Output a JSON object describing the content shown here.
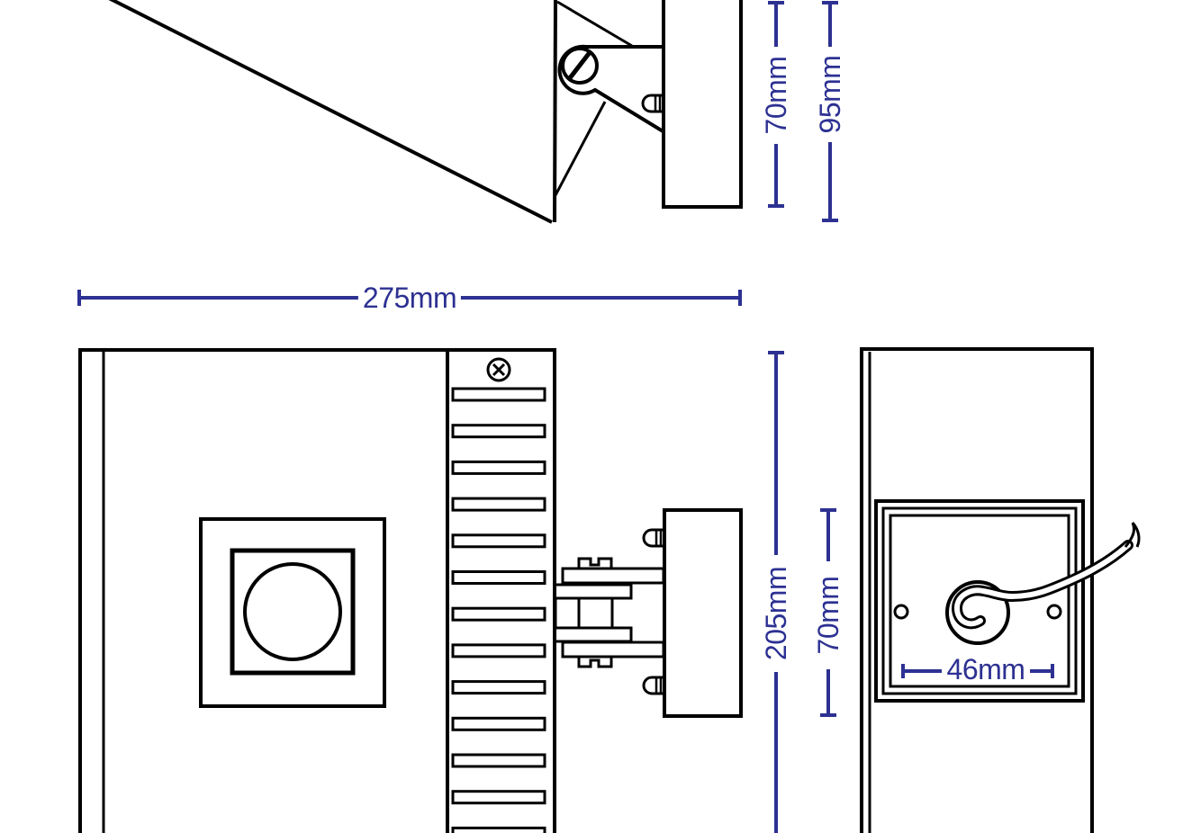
{
  "drawing": {
    "dimensions": {
      "bracket_height_side": "70mm",
      "overall_height_side": "95mm",
      "overall_width": "275mm",
      "body_length": "205mm",
      "bracket_height_plan": "70mm",
      "plate_hole_spacing": "46mm"
    },
    "colors": {
      "dimension_blue": "#2d3192",
      "line_black": "#000000",
      "background": "#ffffff"
    }
  }
}
